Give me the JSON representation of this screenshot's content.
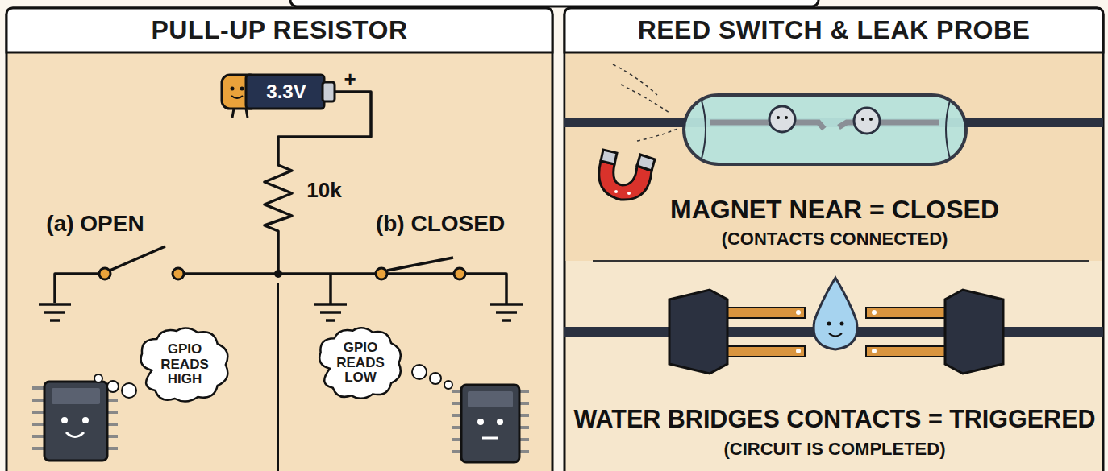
{
  "diagram": {
    "nodes": [
      {
        "text": [
          "PULL-UP RESISTOR"
        ]
      },
      {
        "text": [
          "REED SWITCH & LEAK PROBE"
        ]
      },
      {
        "text": [
          "GPIO READS HIGH"
        ],
        "in": 0
      },
      {
        "text": [
          "GPIO READS LOW"
        ],
        "in": 0
      }
    ],
    "labels": [
      "3.3V",
      "+",
      "10k",
      "(a) OPEN",
      "(b) CLOSED",
      "MAGNET NEAR = CLOSED",
      "(CONTACTS CONNECTED)",
      "WATER BRIDGES CONTACTS = TRIGGERED",
      "(CIRCUIT IS COMPLETED)"
    ]
  }
}
